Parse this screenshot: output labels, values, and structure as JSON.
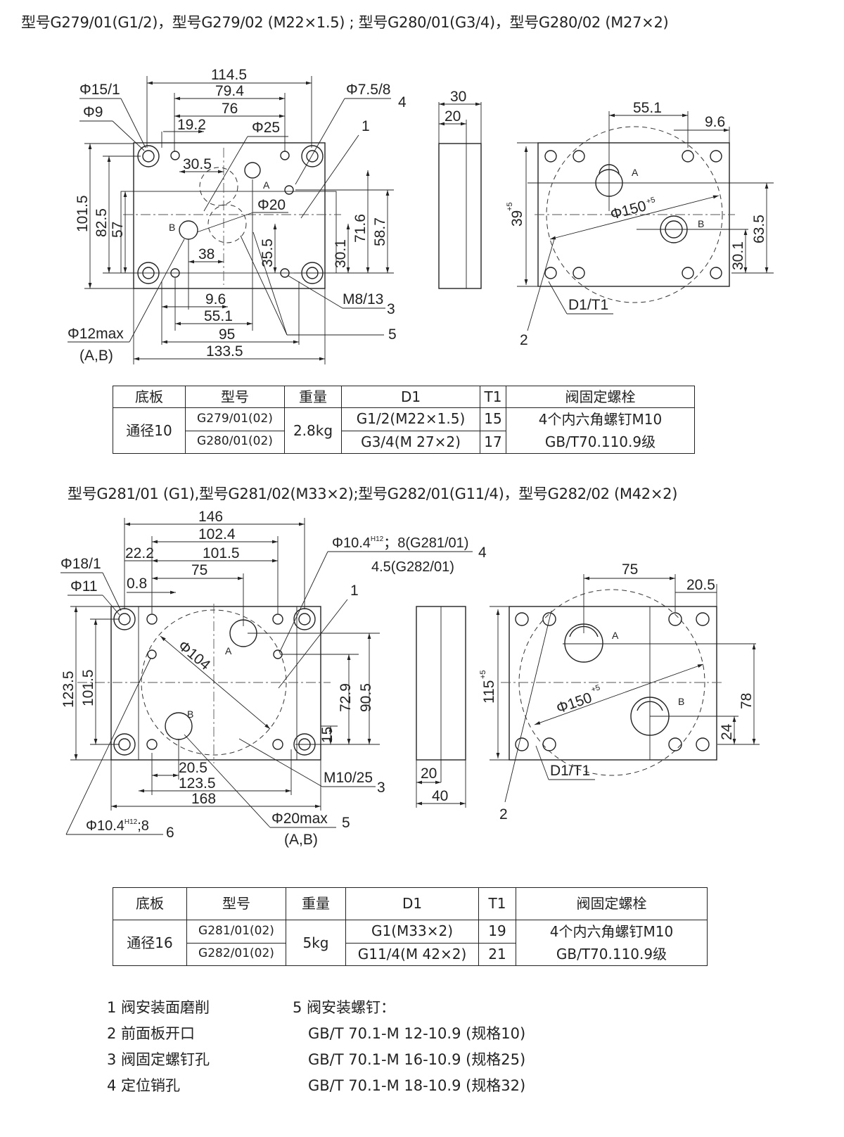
{
  "section1": {
    "caption": "型号G279/01(G1/2)，型号G279/02 (M22×1.5) ; 型号G280/01(G3/4)，型号G280/02 (M27×2)",
    "labels": {
      "w114": "114.5",
      "w79": "79.4",
      "w76": "76",
      "w19": "19.2",
      "d15": "Φ15/1",
      "d9": "Φ9",
      "d25": "Φ25",
      "d75": "Φ7.5/8",
      "n4": "4",
      "n1": "1",
      "w305": "30.5",
      "a": "A",
      "d20": "Φ20",
      "b": "B",
      "h1015": "101.5",
      "h825": "82.5",
      "h57": "57",
      "w38": "38",
      "h355": "35.5",
      "h301": "30.1",
      "h716": "71.6",
      "h587": "58.7",
      "w96": "9.6",
      "w551": "55.1",
      "w95": "95",
      "w1335": "133.5",
      "m8": "M8/13",
      "n3": "3",
      "n5": "5",
      "d12": "Φ12max",
      "ab": "(A,B)",
      "s30": "30",
      "s20": "20",
      "r551": "55.1",
      "r96": "9.6",
      "r39": "39",
      "r39sup": "+5",
      "r150": "Φ150",
      "r150sup": "+5",
      "ra": "A",
      "rb": "B",
      "r635": "63.5",
      "r301": "30.1",
      "rd1": "D1/T1",
      "n2": "2"
    },
    "table": {
      "headers": [
        "底板",
        "型号",
        "重量",
        "D1",
        "T1",
        "阀固定螺栓"
      ],
      "size": "通径10",
      "models": [
        "G279/01(02)",
        "G280/01(02)"
      ],
      "weight": "2.8kg",
      "d1": [
        "G1/2(M22×1.5)",
        "G3/4(M 27×2)"
      ],
      "t1": [
        "15",
        "17"
      ],
      "bolt": [
        "4个内六角螺钉M10",
        "GB/T70.110.9级"
      ]
    }
  },
  "section2": {
    "caption": "型号G281/01 (G1),型号G281/02(M33×2);型号G282/01(G11/4)，型号G282/02 (M42×2)",
    "labels": {
      "w146": "146",
      "w1024": "102.4",
      "w1015": "101.5",
      "w222": "22.2",
      "w75": "75",
      "d18": "Φ18/1",
      "d11": "Φ11",
      "w08": "0.8",
      "d104": "Φ10.4",
      "d104sup": "H12",
      "d104rest": "；8(G281/01)",
      "d104b": "4.5(G282/01)",
      "n4": "4",
      "n1": "1",
      "phi104": "Φ104",
      "a": "A",
      "b": "B",
      "h1235": "123.5",
      "h1015": "101.5",
      "h729": "72.9",
      "h905": "90.5",
      "h15": "15",
      "w205": "20.5",
      "w1235": "123.5",
      "w168": "168",
      "m10": "M10/25",
      "n3": "3",
      "d104c": "Φ10.4",
      "d104csup": "H12",
      "d104crest": ";8",
      "n6": "6",
      "d20": "Φ20max",
      "ab": "(A,B)",
      "n5": "5",
      "s20": "20",
      "s40": "40",
      "r75": "75",
      "r205": "20.5",
      "r115": "115",
      "r115sup": "+5",
      "r150": "Φ150",
      "r150sup": "+5",
      "ra": "A",
      "rb": "B",
      "r78": "78",
      "r24": "24",
      "rd1": "D1/T1",
      "n2": "2"
    },
    "table": {
      "headers": [
        "底板",
        "型号",
        "重量",
        "D1",
        "T1",
        "阀固定螺栓"
      ],
      "size": "通径16",
      "models": [
        "G281/01(02)",
        "G282/01(02)"
      ],
      "weight": "5kg",
      "d1": [
        "G1(M33×2)",
        "G11/4(M 42×2)"
      ],
      "t1": [
        "19",
        "21"
      ],
      "bolt": [
        "4个内六角螺钉M10",
        "GB/T70.110.9级"
      ]
    }
  },
  "notes": {
    "left": [
      "1  阀安装面磨削",
      "2  前面板开口",
      "3  阀固定螺钉孔",
      "4  定位销孔"
    ],
    "right": [
      "5  阀安装螺钉：",
      "GB/T 70.1-M 12-10.9 (规格10)",
      "GB/T 70.1-M 16-10.9 (规格25)",
      "GB/T 70.1-M 18-10.9 (规格32)"
    ]
  }
}
